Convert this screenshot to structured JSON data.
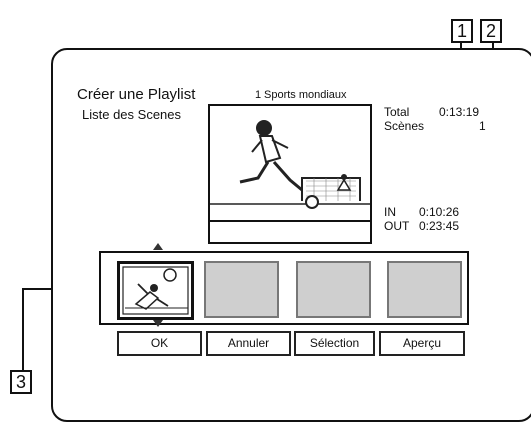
{
  "header": {
    "title": "Créer une Playlist",
    "title_number": "1",
    "title_name": "Sports mondiaux",
    "list_label": "Liste des Scenes"
  },
  "stats": {
    "total_label": "Total",
    "total_value": "0:13:19",
    "scenes_label": "Scènes",
    "scenes_value": "1"
  },
  "points": {
    "in_label": "IN",
    "in_value": "0:10:26",
    "out_label": "OUT",
    "out_value": "0:23:45"
  },
  "buttons": {
    "ok": "OK",
    "cancel": "Annuler",
    "select": "Sélection",
    "preview": "Aperçu"
  },
  "callouts": [
    "1",
    "2",
    "3"
  ]
}
